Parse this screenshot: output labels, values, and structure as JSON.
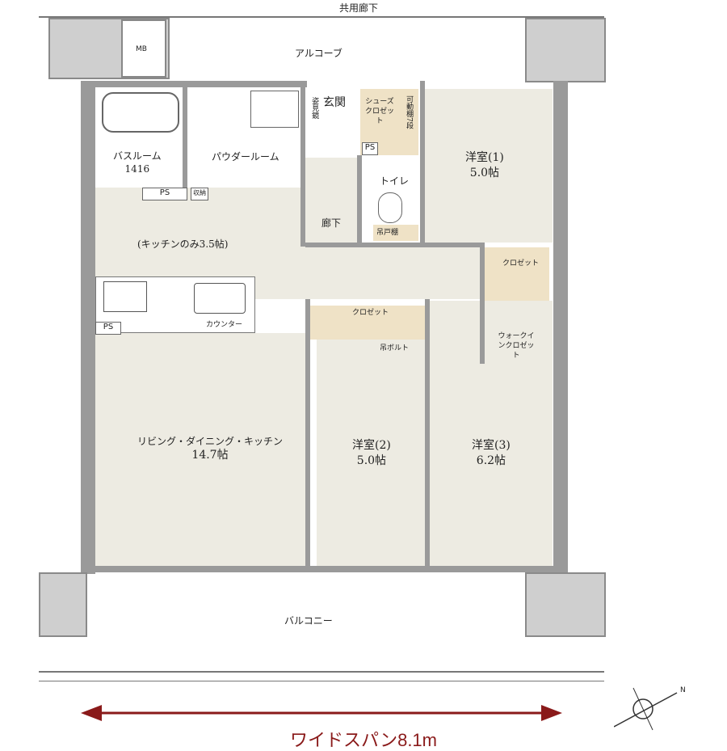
{
  "colors": {
    "accent": "#8a1a1a",
    "floor": "#edebe2",
    "closet": "#efe2c6",
    "wall": "#9a9a9a"
  },
  "labels": {
    "common_corridor": "共用廊下",
    "mb": "MB",
    "alcove": "アルコーブ",
    "entrance": "玄関",
    "mirror": "姿見鏡",
    "shoe_closet": "シューズクロゼット",
    "shelves": "可動棚7段",
    "ps": "PS",
    "bathroom": "バスルーム",
    "bathroom_size": "1416",
    "powder_room": "パウダールーム",
    "storage": "収納",
    "toilet": "トイレ",
    "hanging_cabinet": "吊戸棚",
    "hallway": "廊下",
    "room1": "洋室(1)",
    "room1_size": "5.0帖",
    "kitchen_only": "(キッチンのみ3.5帖)",
    "closet": "クロゼット",
    "walkin_closet": "ウォークインクロゼット",
    "counter": "カウンター",
    "hanging_bolt": "吊ボルト",
    "ldk": "リビング・ダイニング・キッチン",
    "ldk_size": "14.7帖",
    "room2": "洋室(2)",
    "room2_size": "5.0帖",
    "room3": "洋室(3)",
    "room3_size": "6.2帖",
    "balcony": "バルコニー",
    "wide_span": "ワイドスパン8.1m",
    "north": "N"
  }
}
